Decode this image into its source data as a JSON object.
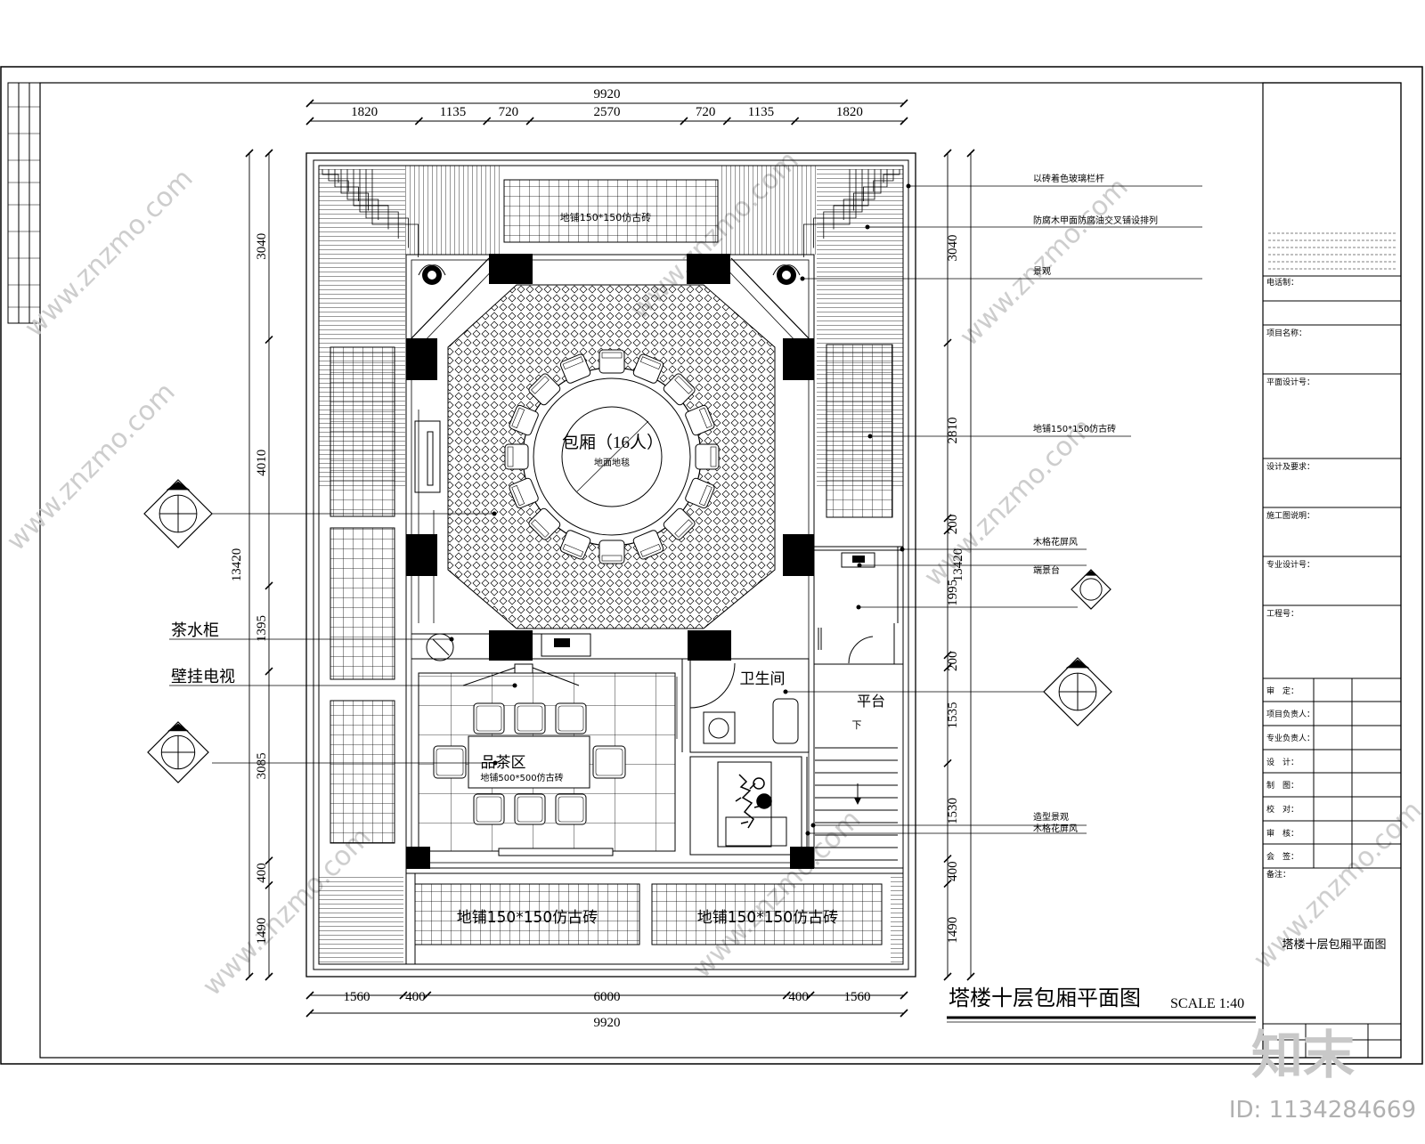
{
  "drawing": {
    "title": "塔楼十层包厢平面图",
    "scale": "SCALE 1:40",
    "watermark_site": "www.znzmo.com",
    "watermark_brand": "知末",
    "id_label": "ID: 1134284669"
  },
  "dimensions": {
    "top_total": "9920",
    "top_segments": [
      "1820",
      "1135",
      "720",
      "2570",
      "720",
      "1135",
      "1820"
    ],
    "bottom_segments": [
      "1560",
      "400",
      "6000",
      "400",
      "1560"
    ],
    "bottom_total": "9920",
    "left_total": "13420",
    "left_segments": [
      "3040",
      "4010",
      "1395",
      "3085",
      "400",
      "1490"
    ],
    "right_total": "13420",
    "right_segments": [
      "3040",
      "2810",
      "200",
      "1995",
      "200",
      "1535",
      "1530",
      "400",
      "1490"
    ]
  },
  "rooms": {
    "private_room": "包厢（16人）",
    "private_room_floor": "地面地毯",
    "tea_area": "品茶区",
    "tea_floor": "地铺500*500仿古砖",
    "washroom": "卫生间",
    "platform": "平台",
    "stair_down": "下",
    "top_floor": "地铺150*150仿古砖",
    "bottom_floor_left": "地铺150*150仿古砖",
    "bottom_floor_right": "地铺150*150仿古砖"
  },
  "callouts": {
    "right": [
      "以砖着色玻璃栏杆",
      "防腐木甲面防腐油交叉铺设排列",
      "景观",
      "地铺150*150仿古砖",
      "木格花屏风",
      "端景台",
      "造型景观",
      "木格花屏风"
    ],
    "left": [
      "茶水柜",
      "壁挂电视"
    ]
  },
  "title_block": {
    "rows": [
      "电话制：",
      "项目名称：",
      "平面设计号：",
      "设计及要求：",
      "施工图说明：",
      "专业设计号：",
      "工程号："
    ],
    "signoff": [
      "审　定：",
      "项目负责人：",
      "专业负责人：",
      "设　计：",
      "制　图：",
      "校　对：",
      "审　核：",
      "会　签："
    ],
    "notes_label": "备注：",
    "sheet_name": "塔楼十层包厢平面图"
  }
}
